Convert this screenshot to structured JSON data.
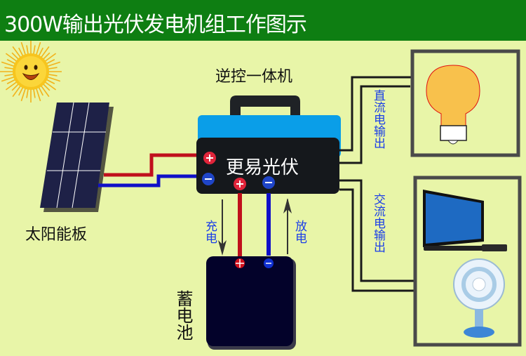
{
  "header": {
    "title": "300W输出光伏发电机组工作图示"
  },
  "diagram": {
    "inverter": {
      "caption": "逆控一体机",
      "brand": "更易光伏"
    },
    "solar_panel": {
      "caption": "太阳能板"
    },
    "battery": {
      "caption": "蓄电池"
    },
    "charge_label": "充电",
    "discharge_label": "放电",
    "dc_output_label": "直流电输出",
    "ac_output_label": "交流电输出",
    "terminals": {
      "positive": "+",
      "negative": "−"
    },
    "colors": {
      "positive_wire": "#c0101c",
      "negative_wire": "#1010c8",
      "inverter_top": "#0a9ee8",
      "inverter_body": "#15181c",
      "battery_body": "#03022a",
      "header_bg": "#0e7e12",
      "background": "#e8f5a8"
    }
  }
}
